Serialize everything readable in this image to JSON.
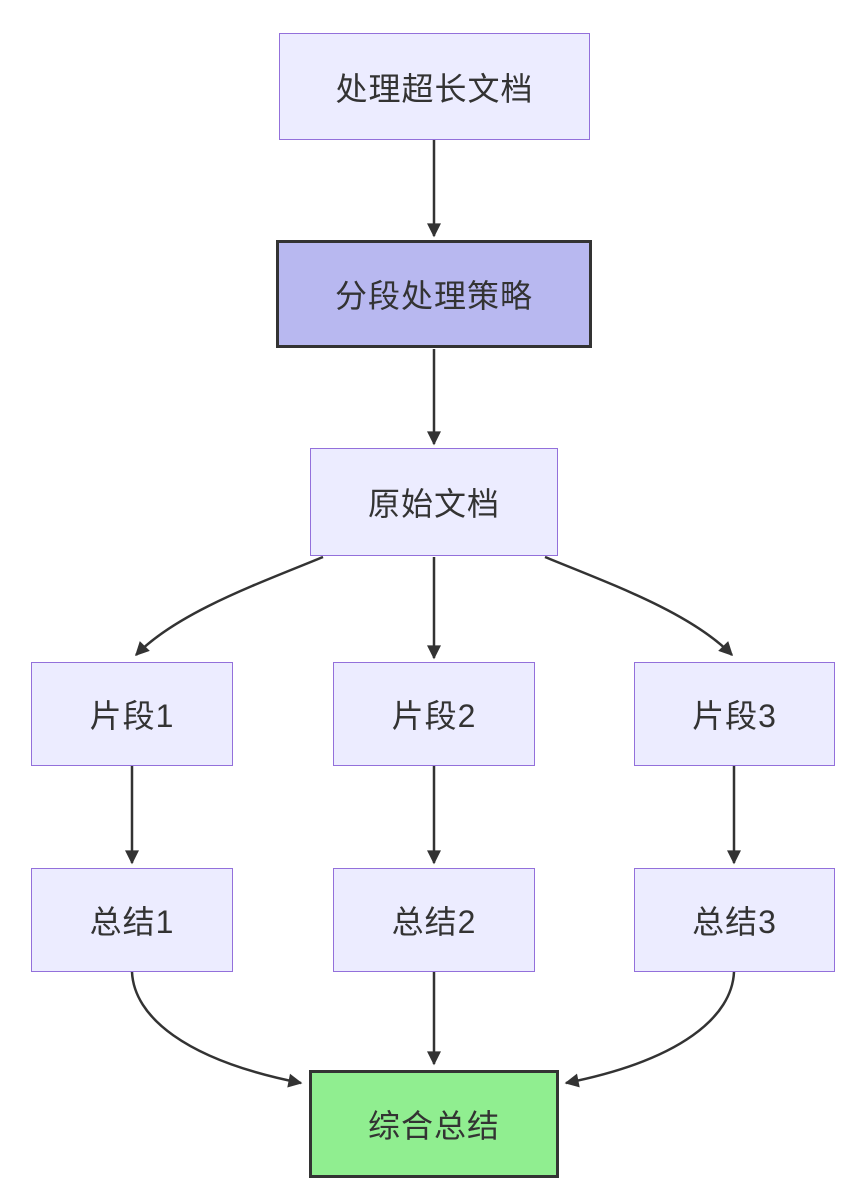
{
  "diagram": {
    "type": "flowchart",
    "direction": "top-down",
    "background": "#ffffff",
    "colors": {
      "default_fill": "#ECECFF",
      "default_border": "#9370DB",
      "strategy_fill": "#B8B8F0",
      "strategy_border": "#333333",
      "final_fill": "#90EE90",
      "final_border": "#333333",
      "edge": "#333333",
      "text": "#333333"
    },
    "nodes": {
      "doc": {
        "label": "处理超长文档",
        "style": "default"
      },
      "strategy": {
        "label": "分段处理策略",
        "style": "highlight-purple"
      },
      "original": {
        "label": "原始文档",
        "style": "default"
      },
      "fragment1": {
        "label": "片段1",
        "style": "default"
      },
      "fragment2": {
        "label": "片段2",
        "style": "default"
      },
      "fragment3": {
        "label": "片段3",
        "style": "default"
      },
      "summary1": {
        "label": "总结1",
        "style": "default"
      },
      "summary2": {
        "label": "总结2",
        "style": "default"
      },
      "summary3": {
        "label": "总结3",
        "style": "default"
      },
      "final": {
        "label": "综合总结",
        "style": "highlight-green"
      }
    },
    "edges": [
      {
        "from": "doc",
        "to": "strategy"
      },
      {
        "from": "strategy",
        "to": "original"
      },
      {
        "from": "original",
        "to": "fragment1"
      },
      {
        "from": "original",
        "to": "fragment2"
      },
      {
        "from": "original",
        "to": "fragment3"
      },
      {
        "from": "fragment1",
        "to": "summary1"
      },
      {
        "from": "fragment2",
        "to": "summary2"
      },
      {
        "from": "fragment3",
        "to": "summary3"
      },
      {
        "from": "summary1",
        "to": "final"
      },
      {
        "from": "summary2",
        "to": "final"
      },
      {
        "from": "summary3",
        "to": "final"
      }
    ]
  }
}
